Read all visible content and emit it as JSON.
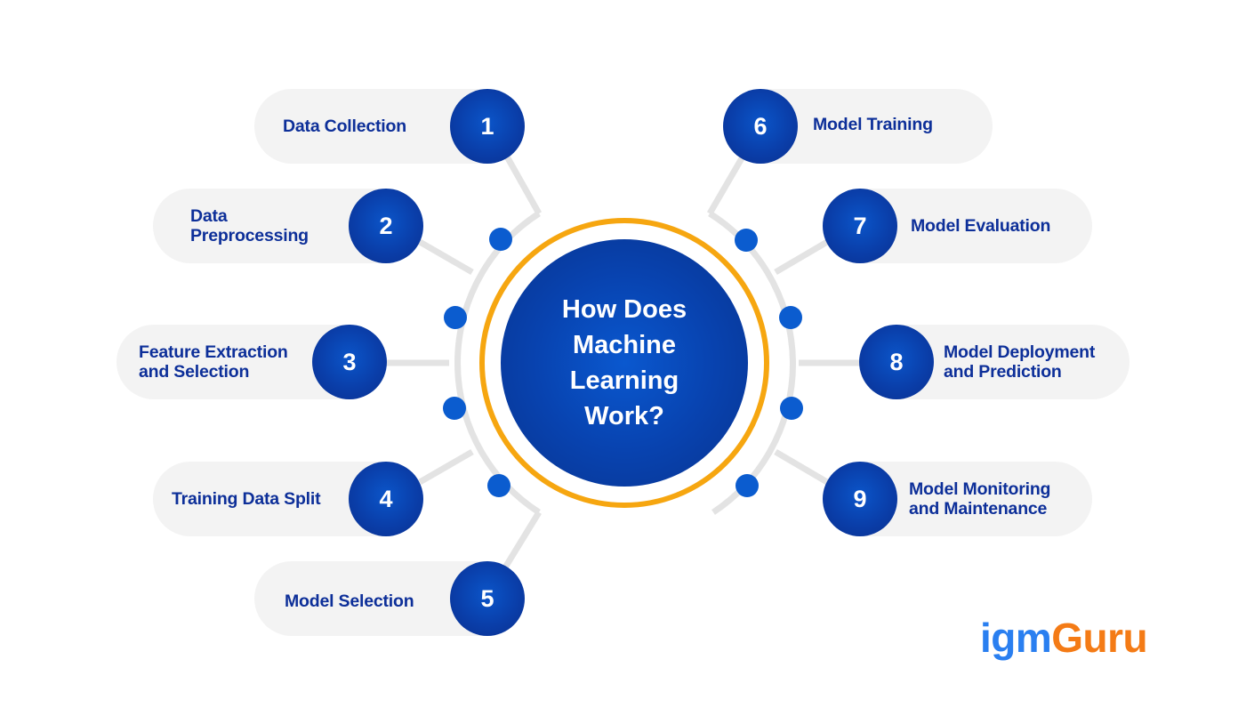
{
  "title": "How Does Machine Learning Work?",
  "colors": {
    "primary_blue": "#0a3ea9",
    "dot_blue": "#0b5ccf",
    "ring_orange": "#f6a610",
    "connector_gray": "#e3e3e3",
    "pill_bg": "#f3f3f3",
    "label_text": "#0d2f99",
    "logo_blue": "#2a7ff0",
    "logo_orange": "#f47b16"
  },
  "steps": [
    {
      "number": "1",
      "label": "Data Collection"
    },
    {
      "number": "2",
      "label": "Data Preprocessing"
    },
    {
      "number": "3",
      "label": "Feature Extraction and Selection"
    },
    {
      "number": "4",
      "label": "Training Data Split"
    },
    {
      "number": "5",
      "label": "Model Selection"
    },
    {
      "number": "6",
      "label": "Model Training"
    },
    {
      "number": "7",
      "label": "Model Evaluation"
    },
    {
      "number": "8",
      "label": "Model Deployment and Prediction"
    },
    {
      "number": "9",
      "label": "Model Monitoring and Maintenance"
    }
  ],
  "labels_display": {
    "s2_line1": "Data",
    "s2_line2": "Preprocessing",
    "s3_line1": "Feature Extraction",
    "s3_line2": "and Selection",
    "s8_line1": "Model Deployment",
    "s8_line2": "and Prediction",
    "s9_line1": "Model Monitoring",
    "s9_line2": "and Maintenance"
  },
  "hub": {
    "line1": "How Does",
    "line2": "Machine",
    "line3": "Learning",
    "line4": "Work?"
  },
  "logo": {
    "part1": "igm",
    "part2": "Guru"
  }
}
